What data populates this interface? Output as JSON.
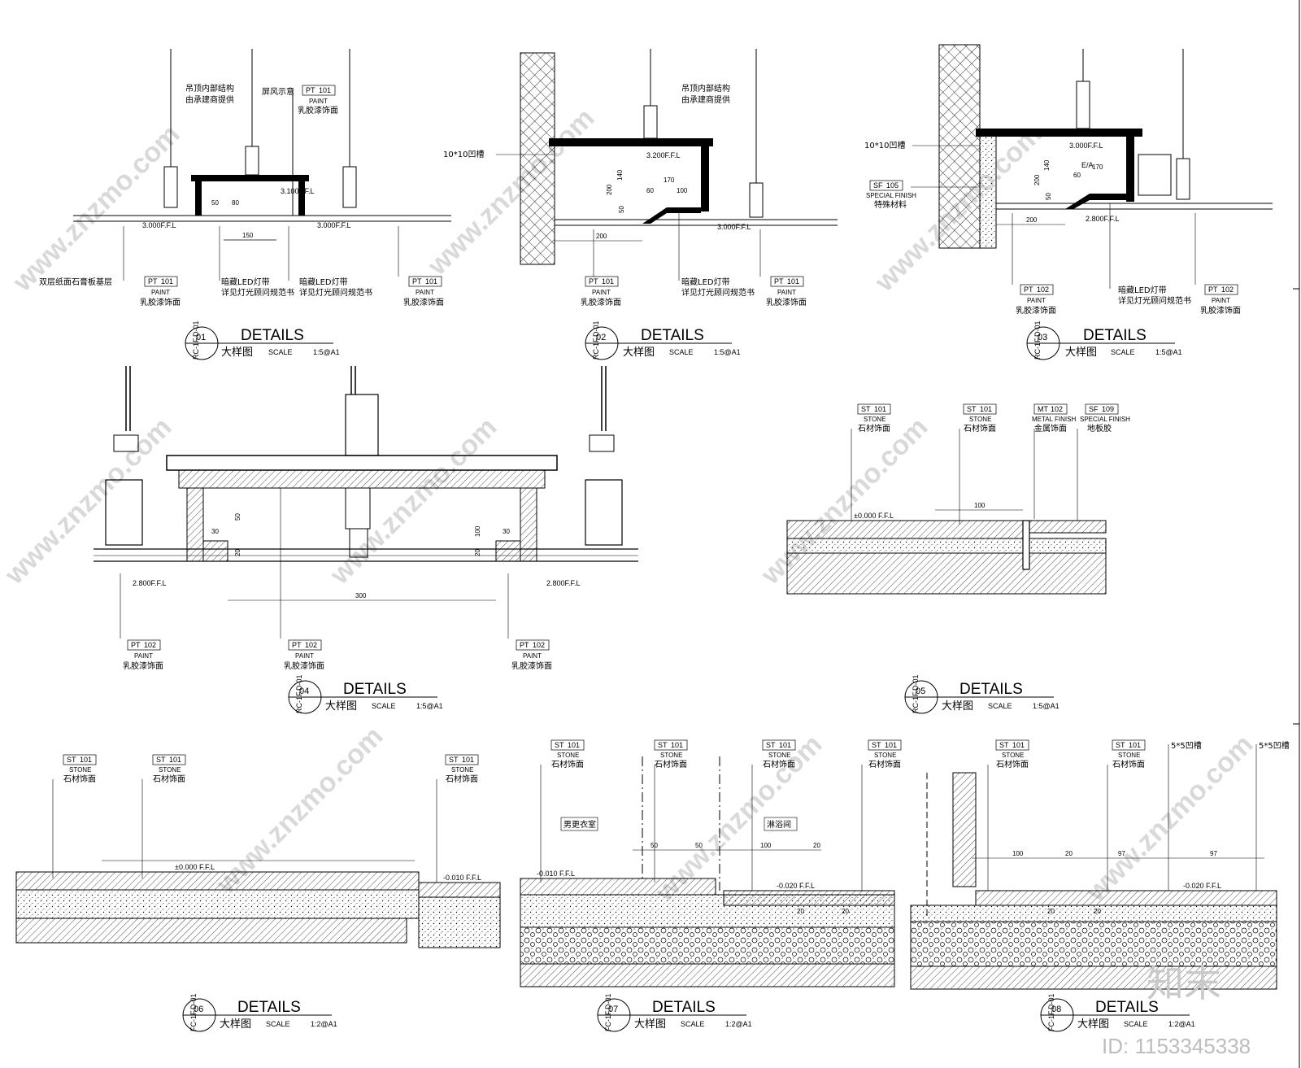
{
  "common": {
    "details_label": "DETAILS",
    "subtitle": "大样图",
    "scale_word": "SCALE"
  },
  "details": [
    {
      "num": "01",
      "ref": "RC-1F.D-01",
      "scale": "1:5@A1"
    },
    {
      "num": "02",
      "ref": "RC-1F.D-01",
      "scale": "1:5@A1"
    },
    {
      "num": "03",
      "ref": "RC-1F.D-01",
      "scale": "1:5@A1"
    },
    {
      "num": "04",
      "ref": "RC-1F.D-01",
      "scale": "1:5@A1"
    },
    {
      "num": "05",
      "ref": "RC-1F.D-01",
      "scale": "1:5@A1"
    },
    {
      "num": "06",
      "ref": "FC-1F.D-01",
      "scale": "1:2@A1"
    },
    {
      "num": "07",
      "ref": "FC-1F.D-01",
      "scale": "1:2@A1"
    },
    {
      "num": "08",
      "ref": "FC-1F.D-01",
      "scale": "1:2@A1"
    }
  ],
  "tags": {
    "pt101": {
      "code": "PT",
      "num": "101",
      "name": "PAINT",
      "desc": "乳胶漆饰面"
    },
    "pt102": {
      "code": "PT",
      "num": "102",
      "name": "PAINT",
      "desc": "乳胶漆饰面"
    },
    "st101": {
      "code": "ST",
      "num": "101",
      "name": "STONE",
      "desc": "石材饰面"
    },
    "sf105": {
      "code": "SF",
      "num": "105",
      "name": "SPECIAL FINISH",
      "desc": "特殊材料"
    },
    "mt102": {
      "code": "MT",
      "num": "102",
      "name": "METAL FINISH",
      "desc": "金属饰面"
    },
    "sf109": {
      "code": "SF",
      "num": "109",
      "name": "SPECIAL FINISH",
      "desc": "地板胶"
    }
  },
  "notes": {
    "structure_1": "吊顶内部结构",
    "structure_2": "由承建商提供",
    "screen": "屏风示意",
    "led_1": "暗藏LED灯带",
    "led_2": "详见灯光顾问规范书",
    "gypsum": "双层纸面石膏板基层",
    "groove10": "10*10凹槽",
    "groove5": "5*5凹槽",
    "locker": "男更衣室",
    "shower": "淋浴间",
    "ea": "E/A"
  },
  "levels": {
    "l3000": "3.000F.F.L",
    "l3100": "3.100F.F.L",
    "l3200": "3.200F.F.L",
    "l2800": "2.800F.F.L",
    "l0": "±0.000 F.F.L",
    "lm10": "-0.010 F.F.L",
    "lm20": "-0.020 F.F.L"
  },
  "dims": {
    "d20": "20",
    "d30": "30",
    "d50": "50",
    "d60": "60",
    "d80": "80",
    "d97": "97",
    "d100": "100",
    "d140": "140",
    "d150": "150",
    "d170": "170",
    "d200": "200",
    "d300": "300"
  },
  "watermark": {
    "site": "www.znzmo.com",
    "logo": "知末",
    "id": "ID: 1153345338"
  }
}
